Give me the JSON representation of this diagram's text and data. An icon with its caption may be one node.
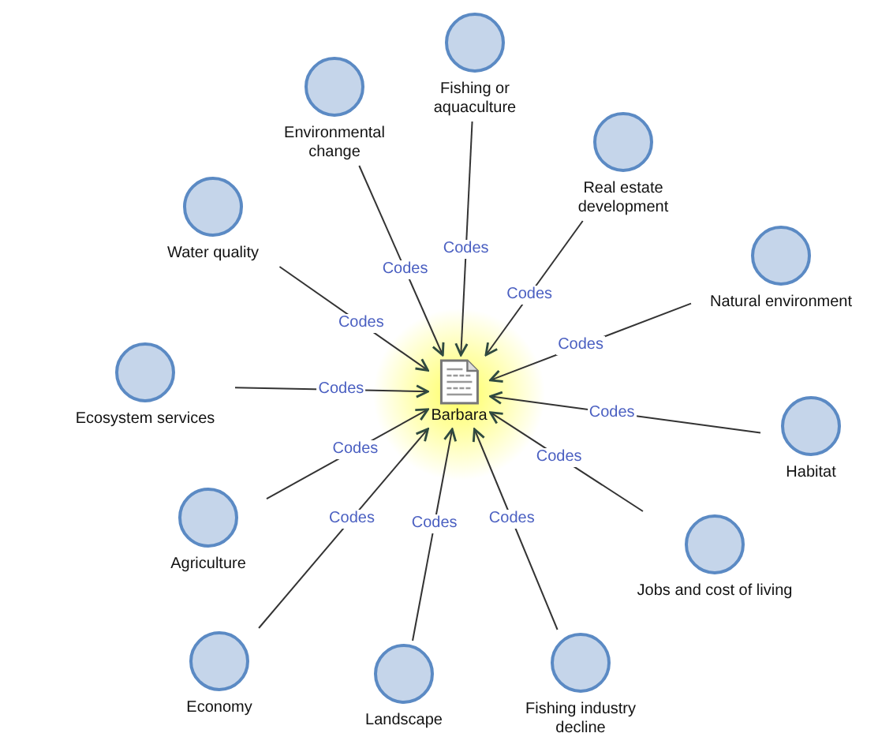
{
  "diagram": {
    "nodes": [
      {
        "text": [
          "Fishing or aquaculture"
        ]
      },
      {
        "text": [
          "Environmental change"
        ]
      },
      {
        "text": [
          "Real estate development"
        ]
      },
      {
        "text": [
          "Water quality"
        ]
      },
      {
        "text": [
          "Natural environment"
        ]
      },
      {
        "text": [
          "Ecosystem services"
        ]
      },
      {
        "text": [
          "Barbara"
        ]
      },
      {
        "text": [
          "Habitat"
        ]
      },
      {
        "text": [
          "Agriculture"
        ]
      },
      {
        "text": [
          "Jobs and cost of living"
        ]
      },
      {
        "text": [
          "Economy"
        ]
      },
      {
        "text": [
          "Landscape"
        ]
      },
      {
        "text": [
          "Fishing industry decline"
        ]
      }
    ],
    "edges": [
      {
        "from": 0,
        "to": 6,
        "arrow": "to",
        "label": "Codes"
      },
      {
        "from": 1,
        "to": 6,
        "arrow": "to",
        "label": "Codes"
      },
      {
        "from": 2,
        "to": 6,
        "arrow": "to",
        "label": "Codes"
      },
      {
        "from": 3,
        "to": 6,
        "arrow": "to",
        "label": "Codes"
      },
      {
        "from": 4,
        "to": 6,
        "arrow": "to",
        "label": "Codes"
      },
      {
        "from": 5,
        "to": 6,
        "arrow": "to",
        "label": "Codes"
      },
      {
        "from": 7,
        "to": 6,
        "arrow": "to",
        "label": "Codes"
      },
      {
        "from": 8,
        "to": 6,
        "arrow": "to",
        "label": "Codes"
      },
      {
        "from": 9,
        "to": 6,
        "arrow": "to",
        "label": "Codes"
      },
      {
        "from": 10,
        "to": 6,
        "arrow": "to",
        "label": "Codes"
      },
      {
        "from": 11,
        "to": 6,
        "arrow": "to",
        "label": "Codes"
      },
      {
        "from": 12,
        "to": 6,
        "arrow": "to",
        "label": "Codes"
      }
    ]
  }
}
